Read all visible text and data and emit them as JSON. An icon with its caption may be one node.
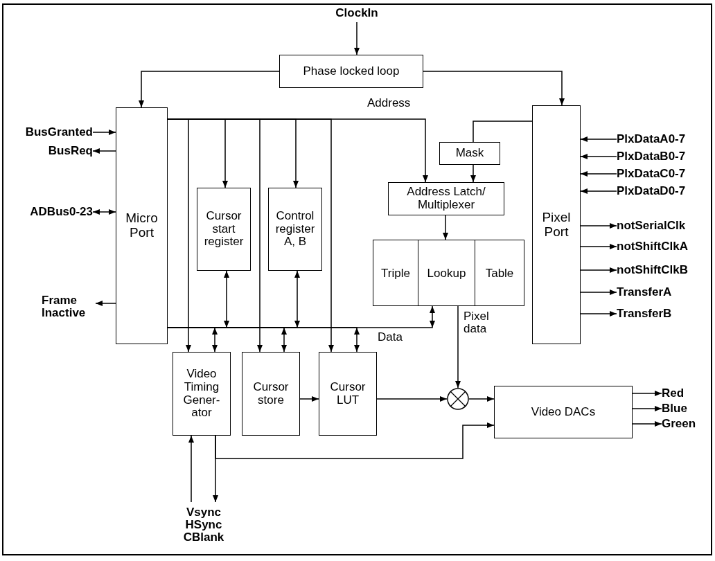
{
  "diagram": {
    "nodes": [
      {
        "text": [
          "ClockIn"
        ]
      },
      {
        "text": [
          "Phase locked loop"
        ]
      },
      {
        "text": [
          "Micro Port"
        ]
      },
      {
        "text": [
          "Pixel Port"
        ]
      },
      {
        "text": [
          "BusGranted"
        ]
      },
      {
        "text": [
          "BusReq"
        ]
      },
      {
        "text": [
          "ADBus0-23"
        ]
      },
      {
        "text": [
          "Frame Inactive"
        ]
      },
      {
        "text": [
          "Cursor start register"
        ]
      },
      {
        "text": [
          "Control register A, B"
        ]
      },
      {
        "text": [
          "Mask"
        ]
      },
      {
        "text": [
          "Address Latch/ Multiplexer"
        ]
      },
      {
        "text": [
          "Triple",
          "Lookup",
          "Table"
        ]
      },
      {
        "text": [
          "Video Timing Gener- ator"
        ]
      },
      {
        "text": [
          "Cursor store"
        ]
      },
      {
        "text": [
          "Cursor LUT"
        ]
      },
      {
        "text": [],
        "shape": "circle"
      },
      {
        "text": [
          "Video DACs"
        ]
      },
      {
        "text": [
          "PlxDataA0-7"
        ]
      },
      {
        "text": [
          "PlxDataB0-7"
        ]
      },
      {
        "text": [
          "PlxDataC0-7"
        ]
      },
      {
        "text": [
          "PlxDataD0-7"
        ]
      },
      {
        "text": [
          "notSerialClk"
        ]
      },
      {
        "text": [
          "notShiftClkA"
        ]
      },
      {
        "text": [
          "notShiftClkB"
        ]
      },
      {
        "text": [
          "TransferA"
        ]
      },
      {
        "text": [
          "TransferB"
        ]
      },
      {
        "text": [
          "Red"
        ]
      },
      {
        "text": [
          "Blue"
        ]
      },
      {
        "text": [
          "Green"
        ]
      },
      {
        "text": [
          "Vsync HSync CBlank"
        ]
      }
    ],
    "edges": [
      {
        "from": 0,
        "to": 1,
        "arrow": "to"
      },
      {
        "from": 1,
        "to": 2,
        "arrow": "to"
      },
      {
        "from": 1,
        "to": 3,
        "arrow": "to"
      },
      {
        "from": 4,
        "to": 2,
        "arrow": "to"
      },
      {
        "from": 2,
        "to": 5,
        "arrow": "to"
      },
      {
        "from": 6,
        "to": 2,
        "arrow": "both"
      },
      {
        "from": 2,
        "to": 7,
        "arrow": "to"
      },
      {
        "from": 2,
        "to": 13,
        "arrow": "to"
      },
      {
        "from": 2,
        "to": 8,
        "arrow": "to"
      },
      {
        "from": 2,
        "to": 14,
        "arrow": "to"
      },
      {
        "from": 2,
        "to": 9,
        "arrow": "to"
      },
      {
        "from": 2,
        "to": 15,
        "arrow": "to"
      },
      {
        "from": 2,
        "to": 11,
        "arrow": "to",
        "label": "Address"
      },
      {
        "from": 2,
        "to": 8,
        "arrow": "to"
      },
      {
        "from": 2,
        "to": 9,
        "arrow": "to"
      },
      {
        "from": 2,
        "to": 13,
        "arrow": "to"
      },
      {
        "from": 2,
        "to": 14,
        "arrow": "to"
      },
      {
        "from": 2,
        "to": 15,
        "arrow": "to"
      },
      {
        "from": 2,
        "to": 12,
        "arrow": "to",
        "label": "Data"
      },
      {
        "from": 3,
        "to": 10,
        "arrow": "none"
      },
      {
        "from": 10,
        "to": 11,
        "arrow": "to"
      },
      {
        "from": 11,
        "to": 12,
        "arrow": "to"
      },
      {
        "from": 18,
        "to": 3,
        "arrow": "to"
      },
      {
        "from": 19,
        "to": 3,
        "arrow": "to"
      },
      {
        "from": 20,
        "to": 3,
        "arrow": "to"
      },
      {
        "from": 21,
        "to": 3,
        "arrow": "to"
      },
      {
        "from": 3,
        "to": 22,
        "arrow": "to"
      },
      {
        "from": 3,
        "to": 23,
        "arrow": "to"
      },
      {
        "from": 3,
        "to": 24,
        "arrow": "to"
      },
      {
        "from": 3,
        "to": 25,
        "arrow": "to"
      },
      {
        "from": 3,
        "to": 26,
        "arrow": "to"
      },
      {
        "from": 12,
        "to": 16,
        "arrow": "to",
        "label": "Pixel data"
      },
      {
        "from": 14,
        "to": 15,
        "arrow": "to"
      },
      {
        "from": 15,
        "to": 16,
        "arrow": "to"
      },
      {
        "from": 16,
        "to": 17,
        "arrow": "to"
      },
      {
        "from": 13,
        "to": 17,
        "arrow": "to"
      },
      {
        "from": 13,
        "to": 30,
        "arrow": "to"
      },
      {
        "from": 30,
        "to": 13,
        "arrow": "to"
      },
      {
        "from": 17,
        "to": 27,
        "arrow": "to"
      },
      {
        "from": 17,
        "to": 28,
        "arrow": "to"
      },
      {
        "from": 17,
        "to": 29,
        "arrow": "to"
      }
    ]
  }
}
